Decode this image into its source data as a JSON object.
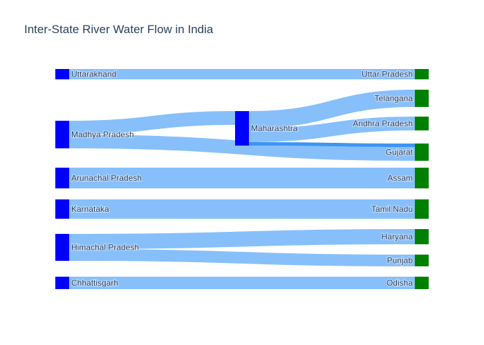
{
  "chart_data": {
    "type": "sankey",
    "title": "Inter-State River Water Flow in India",
    "nodes": [
      {
        "id": "uttarakhand",
        "label": "Uttarakhand",
        "color": "#0000ff"
      },
      {
        "id": "madhya_pradesh",
        "label": "Madhya Pradesh",
        "color": "#0000ff"
      },
      {
        "id": "arunachal_pradesh",
        "label": "Arunachal Pradesh",
        "color": "#0000ff"
      },
      {
        "id": "karnataka",
        "label": "Karnataka",
        "color": "#0000ff"
      },
      {
        "id": "himachal_pradesh",
        "label": "Himachal Pradesh",
        "color": "#0000ff"
      },
      {
        "id": "chhattisgarh",
        "label": "Chhattisgarh",
        "color": "#0000ff"
      },
      {
        "id": "maharashtra",
        "label": "Maharashtra",
        "color": "#0000ff"
      },
      {
        "id": "uttar_pradesh",
        "label": "Uttar Pradesh",
        "color": "#008000"
      },
      {
        "id": "telangana",
        "label": "Telangana",
        "color": "#008000"
      },
      {
        "id": "andhra_pradesh",
        "label": "Andhra Pradesh",
        "color": "#008000"
      },
      {
        "id": "gujarat",
        "label": "Gujarat",
        "color": "#008000"
      },
      {
        "id": "assam",
        "label": "Assam",
        "color": "#008000"
      },
      {
        "id": "tamil_nadu",
        "label": "Tamil Nadu",
        "color": "#008000"
      },
      {
        "id": "haryana",
        "label": "Haryana",
        "color": "#008000"
      },
      {
        "id": "punjab",
        "label": "Punjab",
        "color": "#008000"
      },
      {
        "id": "odisha",
        "label": "Odisha",
        "color": "#008000"
      }
    ],
    "links": [
      {
        "source": "uttarakhand",
        "target": "uttar_pradesh",
        "value": 15
      },
      {
        "source": "madhya_pradesh",
        "target": "maharashtra",
        "value": 20
      },
      {
        "source": "madhya_pradesh",
        "target": "gujarat",
        "value": 20
      },
      {
        "source": "maharashtra",
        "target": "telangana",
        "value": 25
      },
      {
        "source": "maharashtra",
        "target": "andhra_pradesh",
        "value": 20
      },
      {
        "source": "maharashtra",
        "target": "gujarat",
        "value": 5
      },
      {
        "source": "arunachal_pradesh",
        "target": "assam",
        "value": 30
      },
      {
        "source": "karnataka",
        "target": "tamil_nadu",
        "value": 28
      },
      {
        "source": "himachal_pradesh",
        "target": "haryana",
        "value": 22
      },
      {
        "source": "himachal_pradesh",
        "target": "punjab",
        "value": 17
      },
      {
        "source": "chhattisgarh",
        "target": "odisha",
        "value": 18
      }
    ],
    "link_color": "#87bffb",
    "highlight_link_color": "#3d94f6"
  }
}
